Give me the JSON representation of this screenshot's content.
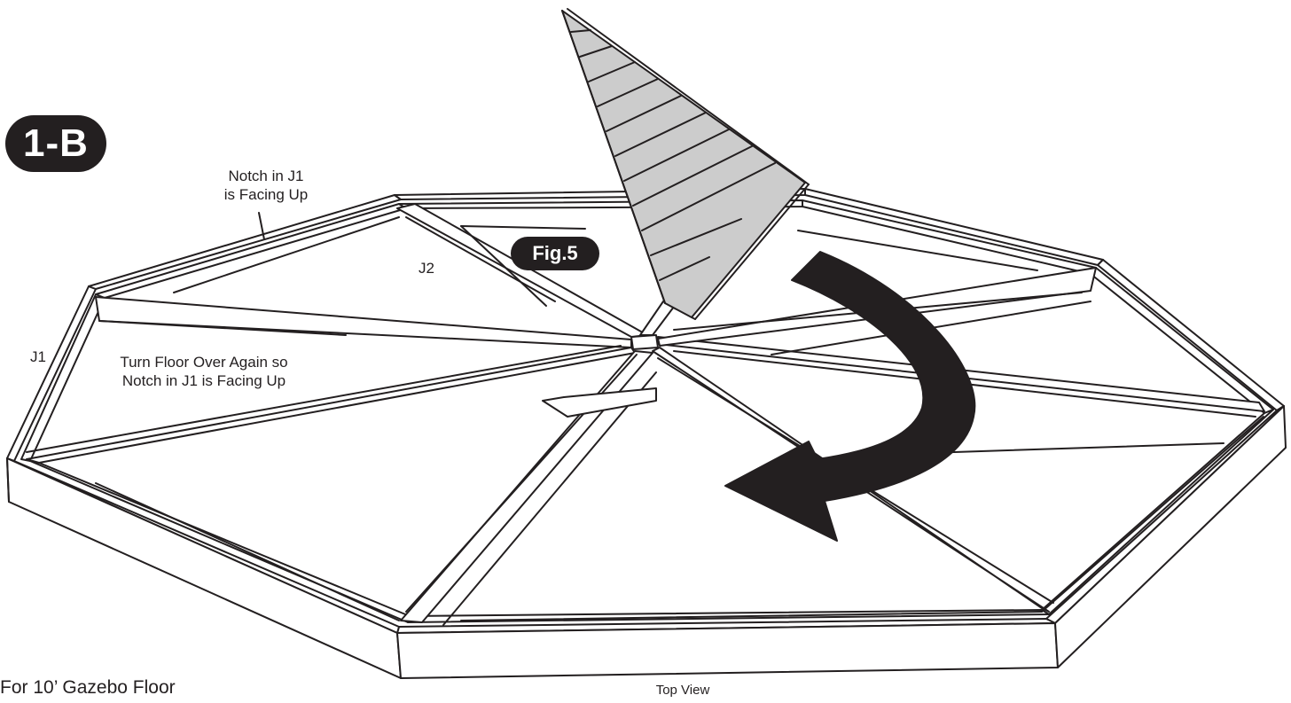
{
  "step_badge": "1-B",
  "figure_badge": "Fig.5",
  "labels": {
    "notch_top_line1": "Notch in J1",
    "notch_top_line2": "is Facing Up",
    "j2": "J2",
    "j1": "J1",
    "turn_line1": "Turn Floor Over Again so",
    "turn_line2": "Notch in J1 is Facing Up"
  },
  "footer_caption": "For 10’ Gazebo Floor",
  "view_caption": "Top View",
  "colors": {
    "ink": "#231f20",
    "board_fill": "#cccccc",
    "background": "#ffffff"
  },
  "icons": [
    "rotation-arrow-icon"
  ]
}
